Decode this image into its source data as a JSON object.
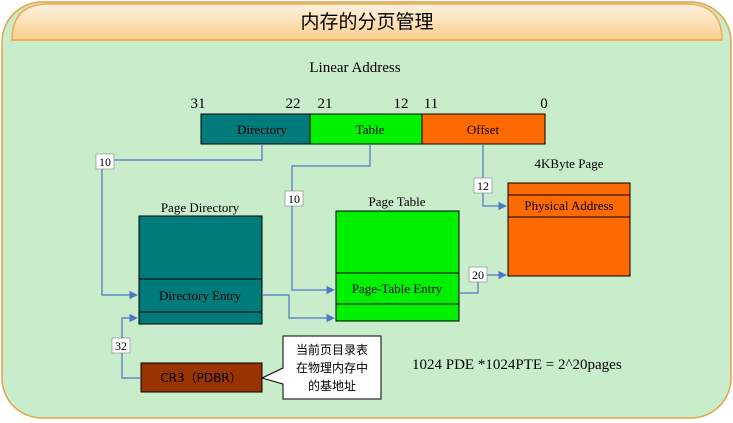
{
  "slide": {
    "title": "内存的分页管理"
  },
  "linear_address": {
    "label": "Linear Address",
    "bit_labels": [
      "31",
      "22",
      "21",
      "12",
      "11",
      "0"
    ],
    "fields": {
      "directory": "Directory",
      "table": "Table",
      "offset": "Offset"
    }
  },
  "page_directory": {
    "title": "Page Directory",
    "entry": "Directory Entry"
  },
  "page_table": {
    "title": "Page Table",
    "entry": "Page-Table Entry"
  },
  "page": {
    "title": "4KByte Page",
    "entry": "Physical Address"
  },
  "cr3": {
    "label": "CR3（PDBR）",
    "note_lines": [
      "当前页目录表",
      "在物理内存中",
      "的基地址"
    ]
  },
  "bit_widths": {
    "dir": "10",
    "table": "10",
    "offset": "12",
    "pte_to_page": "20",
    "cr3": "32"
  },
  "formula": "1024 PDE *1024PTE = 2^20pages",
  "colors": {
    "slide_bg": "#c9eccb",
    "header_fill": "#fdd9a5",
    "header_border": "#f6a84a",
    "directory": "#007b7b",
    "table": "#00f000",
    "offset": "#ff6a00",
    "cr3": "#993300",
    "arrow": "#4f74c8"
  }
}
